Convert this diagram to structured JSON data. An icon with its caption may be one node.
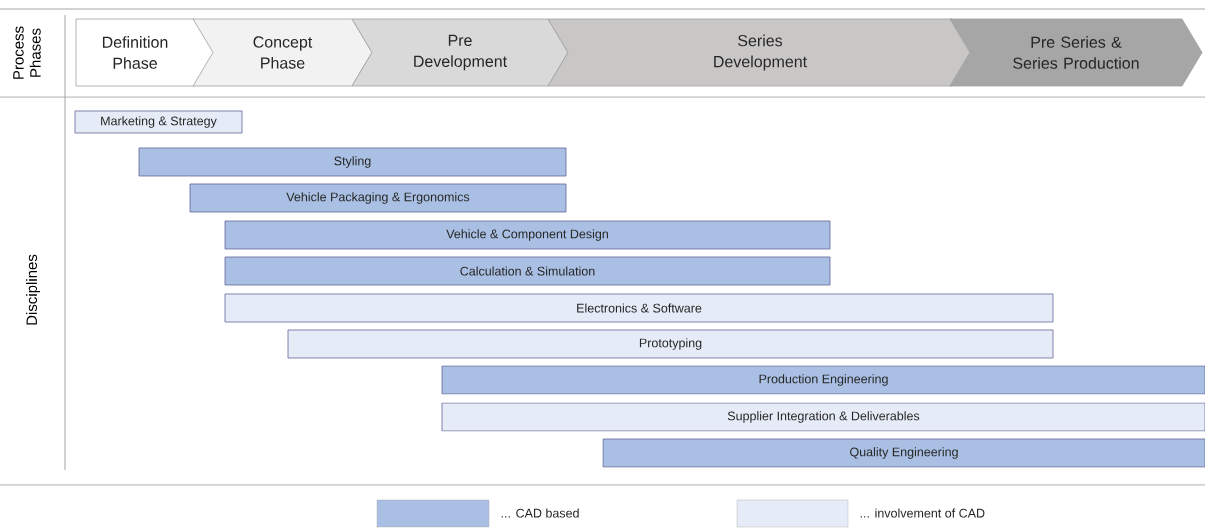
{
  "diagram": {
    "nodes": [
      {
        "text": [
          "Definition Phase"
        ]
      },
      {
        "text": [
          "Concept Phase"
        ]
      },
      {
        "text": [
          "Pre Development"
        ]
      },
      {
        "text": [
          "Series Development"
        ]
      },
      {
        "text": [
          "Pre Series & Series Production"
        ]
      },
      {
        "text": [
          "Marketing & Strategy"
        ]
      },
      {
        "text": [
          "Styling"
        ]
      },
      {
        "text": [
          "Vehicle Packaging & Ergonomics"
        ]
      },
      {
        "text": [
          "Vehicle & Component Design"
        ]
      },
      {
        "text": [
          "Calculation & Simulation"
        ]
      },
      {
        "text": [
          "Electronics & Software"
        ]
      },
      {
        "text": [
          "Prototyping"
        ]
      },
      {
        "text": [
          "Production Engineering"
        ]
      },
      {
        "text": [
          "Supplier Integration & Deliverables"
        ]
      },
      {
        "text": [
          "Quality Engineering"
        ]
      }
    ],
    "labels": [
      "Process Phases",
      "Disciplines"
    ],
    "legend": [
      {
        "text": "... CAD based",
        "color": "#a9bfe3"
      },
      {
        "text": "... involvement of CAD",
        "color": "#e6ecf7"
      }
    ]
  }
}
